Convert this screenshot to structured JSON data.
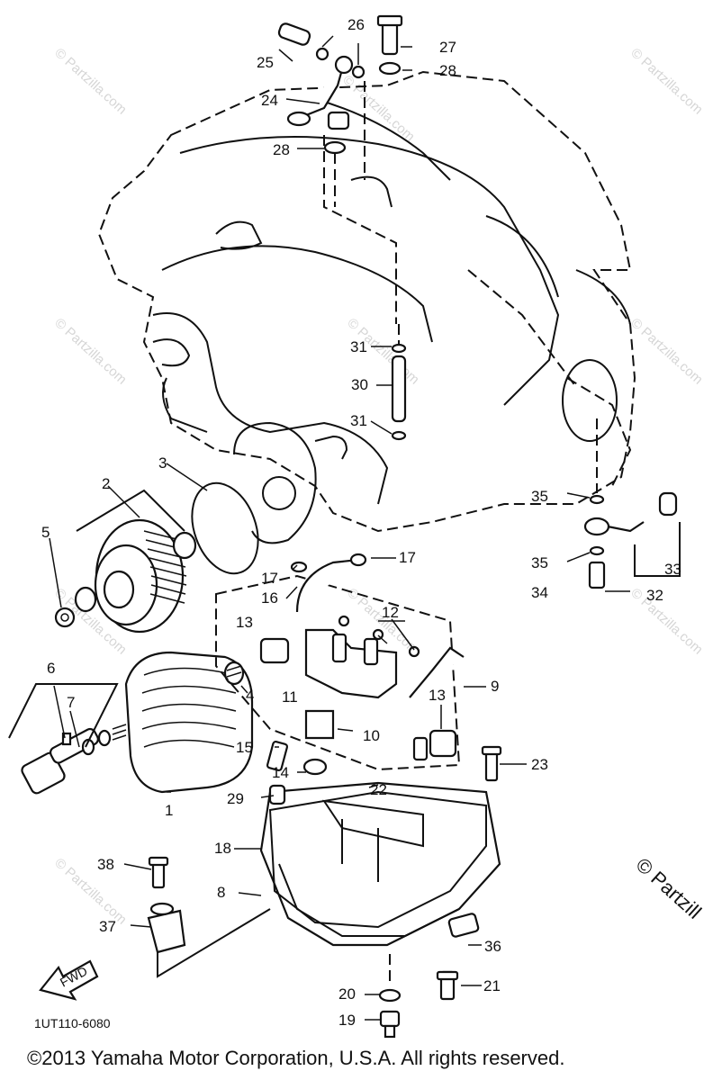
{
  "watermarks": [
    "© Partzilla.com"
  ],
  "watermark_corner": "© Partzill",
  "diagram_code": "1UT110-6080",
  "front_arrow_label": "FWD",
  "copyright": "©2013  Yamaha Motor Corporation, U.S.A. All rights reserved.",
  "callouts": [
    "1",
    "2",
    "3",
    "4",
    "5",
    "6",
    "7",
    "8",
    "9",
    "10",
    "11",
    "12",
    "13",
    "14",
    "15",
    "16",
    "17",
    "18",
    "19",
    "20",
    "21",
    "22",
    "23",
    "24",
    "25",
    "26",
    "27",
    "28",
    "29",
    "30",
    "31",
    "32",
    "33",
    "34",
    "35",
    "36",
    "37",
    "38"
  ]
}
